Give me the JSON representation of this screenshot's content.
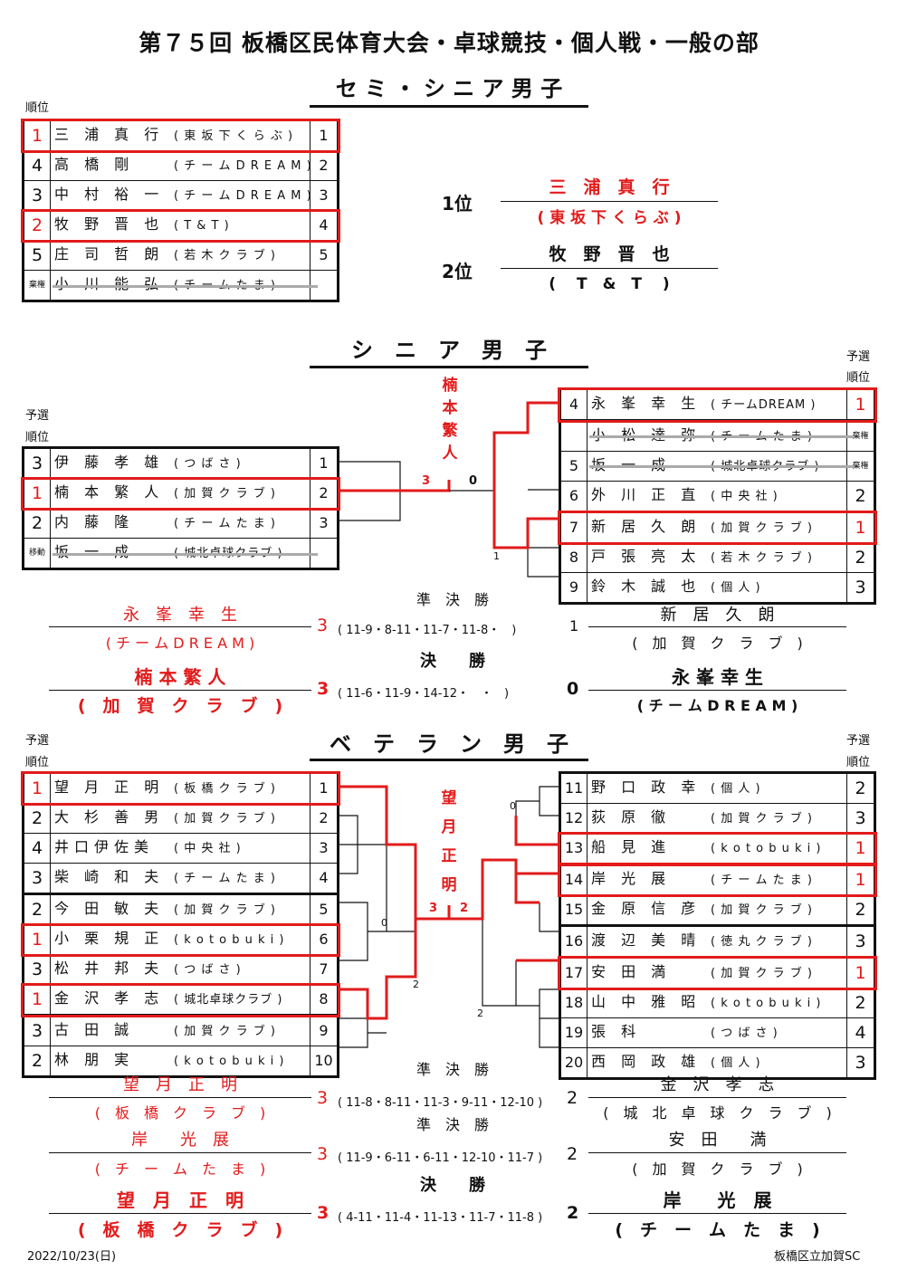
{
  "title": "第７５回 板橋区民体育大会・卓球競技・個人戦・一般の部",
  "footer": {
    "date": "2022/10/23(日)",
    "org": "板橋区立加賀SC"
  },
  "semi": {
    "title": "セ ミ ・ シ ニ ア 男 子",
    "rank_header": "順位",
    "rows": [
      {
        "rank": "1",
        "name": "三 浦 真 行",
        "club": "( 東 坂 下 く ら ぶ )",
        "seed": "1"
      },
      {
        "rank": "4",
        "name": "高 橋 剛",
        "club": "( チ ー ム D R E A M )",
        "seed": "2"
      },
      {
        "rank": "3",
        "name": "中 村 裕 一",
        "club": "( チ ー ム D R E A M )",
        "seed": "3"
      },
      {
        "rank": "2",
        "name": "牧 野 晋 也",
        "club": "( T & T )",
        "seed": "4"
      },
      {
        "rank": "5",
        "name": "庄 司 哲 朗",
        "club": "( 若 木 ク ラ ブ )",
        "seed": "5"
      },
      {
        "rank": "棄権",
        "name": "小 川 能 弘",
        "club": "( チ ー ム た ま )",
        "seed": ""
      }
    ],
    "first_label": "1位",
    "first_name": "三　浦　真　行",
    "first_club": "( 東 坂 下 く ら ぶ )",
    "second_label": "2位",
    "second_name": "牧　野　晋　也",
    "second_club": "(　 T　&　T　 )"
  },
  "senior": {
    "title": "シ　ニ　ア　男　子",
    "left_header1": "予選",
    "left_header2": "順位",
    "right_header1": "予選",
    "right_header2": "順位",
    "champion_vertical": "楠本繁人",
    "score_left": "3",
    "score_right": "0",
    "small_1": "1",
    "left_rows": [
      {
        "rank": "3",
        "name": "伊 藤 孝 雄",
        "club": "( つ ば さ )",
        "seed": "1"
      },
      {
        "rank": "1",
        "name": "楠 本 繁 人",
        "club": "( 加 賀 ク ラ ブ )",
        "seed": "2"
      },
      {
        "rank": "2",
        "name": "内 藤 隆",
        "club": "( チ ー ム た ま )",
        "seed": "3"
      },
      {
        "rank": "移動",
        "name": "坂 一 成",
        "club": "( 城北卓球クラブ )",
        "seed": ""
      }
    ],
    "right_rows": [
      {
        "seed": "4",
        "name": "永 峯 幸 生",
        "club": "( チームDREAM )",
        "rank": "1"
      },
      {
        "seed": "",
        "name": "小 松 達 弥",
        "club": "( チ ー ム た ま )",
        "rank": "棄権"
      },
      {
        "seed": "5",
        "name": "坂 一 成",
        "club": "( 城北卓球クラブ )",
        "rank": "棄権"
      },
      {
        "seed": "6",
        "name": "外 川 正 直",
        "club": "( 中 央 社 )",
        "rank": "2"
      },
      {
        "seed": "7",
        "name": "新 居 久 朗",
        "club": "( 加 賀 ク ラ ブ )",
        "rank": "1"
      },
      {
        "seed": "8",
        "name": "戸 張 亮 太",
        "club": "( 若 木 ク ラ ブ )",
        "rank": "2"
      },
      {
        "seed": "9",
        "name": "鈴 木 誠 也",
        "club": "( 個 人 )",
        "rank": "3"
      }
    ],
    "semi_label": "準　決　勝",
    "semi_left_name": "永　峯　幸　生",
    "semi_left_club": "( チ ー ム D R E A M )",
    "semi_left_score": "3",
    "semi_scores": "( 11-9・8-11・11-7・11-8・　)",
    "semi_right_score": "1",
    "semi_right_name": "新　居　久　朗",
    "semi_right_club": "(　加　賀　ク　ラ　ブ　)",
    "final_label": "決　　勝",
    "final_left_name": "楠 本 繁 人",
    "final_left_club": "(　加　賀　ク　ラ　ブ　)",
    "final_left_score": "3",
    "final_scores": "( 11-6・11-9・14-12・　・　)",
    "final_right_score": "0",
    "final_right_name": "永 峯 幸 生",
    "final_right_club": "( チ ー ム D R E A M )"
  },
  "veteran": {
    "title": "ベ　テ　ラ　ン　男　子",
    "left_header1": "予選",
    "left_header2": "順位",
    "right_header1": "予選",
    "right_header2": "順位",
    "champion_vertical": "望月正明",
    "score_left": "3",
    "score_right": "2",
    "small_0a": "0",
    "small_0b": "0",
    "small_2a": "2",
    "small_2b": "2",
    "left_rows": [
      {
        "rank": "1",
        "name": "望 月 正 明",
        "club": "( 板 橋 ク ラ ブ )",
        "seed": "1"
      },
      {
        "rank": "2",
        "name": "大 杉 善 男",
        "club": "( 加 賀 ク ラ ブ )",
        "seed": "2"
      },
      {
        "rank": "4",
        "name": "井口伊佐美",
        "club": "( 中 央 社 )",
        "seed": "3"
      },
      {
        "rank": "3",
        "name": "柴 崎 和 夫",
        "club": "( チ ー ム た ま )",
        "seed": "4"
      },
      {
        "rank": "2",
        "name": "今 田 敏 夫",
        "club": "( 加 賀 ク ラ ブ )",
        "seed": "5"
      },
      {
        "rank": "1",
        "name": "小 栗 規 正",
        "club": "( k o t o b u k i )",
        "seed": "6"
      },
      {
        "rank": "3",
        "name": "松 井 邦 夫",
        "club": "( つ ば さ )",
        "seed": "7"
      },
      {
        "rank": "1",
        "name": "金 沢 孝 志",
        "club": "( 城北卓球クラブ )",
        "seed": "8"
      },
      {
        "rank": "3",
        "name": "古 田 誠",
        "club": "( 加 賀 ク ラ ブ )",
        "seed": "9"
      },
      {
        "rank": "2",
        "name": "林 朋 実",
        "club": "( k o t o b u k i )",
        "seed": "10"
      }
    ],
    "right_rows": [
      {
        "seed": "11",
        "name": "野 口 政 幸",
        "club": "( 個 人 )",
        "rank": "2"
      },
      {
        "seed": "12",
        "name": "荻 原 徹",
        "club": "( 加 賀 ク ラ ブ )",
        "rank": "3"
      },
      {
        "seed": "13",
        "name": "船 見 進",
        "club": "( k o t o b u k i )",
        "rank": "1"
      },
      {
        "seed": "14",
        "name": "岸 光 展",
        "club": "( チ ー ム た ま )",
        "rank": "1"
      },
      {
        "seed": "15",
        "name": "金 原 信 彦",
        "club": "( 加 賀 ク ラ ブ )",
        "rank": "2"
      },
      {
        "seed": "16",
        "name": "渡 辺 美 晴",
        "club": "( 徳 丸 ク ラ ブ )",
        "rank": "3"
      },
      {
        "seed": "17",
        "name": "安 田 満",
        "club": "( 加 賀 ク ラ ブ )",
        "rank": "1"
      },
      {
        "seed": "18",
        "name": "山 中 雅 昭",
        "club": "( k o t o b u k i )",
        "rank": "2"
      },
      {
        "seed": "19",
        "name": "張 科",
        "club": "( つ ば さ )",
        "rank": "4"
      },
      {
        "seed": "20",
        "name": "西 岡 政 雄",
        "club": "( 個 人 )",
        "rank": "3"
      }
    ],
    "semi1_label": "準　決　勝",
    "semi1_left_name": "望　月　正　明",
    "semi1_left_club": "(　板　橋　ク　ラ　ブ　)",
    "semi1_left_score": "3",
    "semi1_scores": "( 11-8・8-11・11-3・9-11・12-10 )",
    "semi1_right_score": "2",
    "semi1_right_name": "金　沢　孝　志",
    "semi1_right_club": "(　城　北　卓　球　ク　ラ　ブ　)",
    "semi2_label": "準　決　勝",
    "semi2_left_name": "岸　　光　展",
    "semi2_left_club": "(　チ　ー　ム　た　ま　)",
    "semi2_left_score": "3",
    "semi2_scores": "( 11-9・6-11・6-11・12-10・11-7 )",
    "semi2_right_score": "2",
    "semi2_right_name": "安　田　　満",
    "semi2_right_club": "(　加　賀　ク　ラ　ブ　)",
    "final_label": "決　　勝",
    "final_left_name": "望　月　正　明",
    "final_left_club": "(　板　橋　ク　ラ　ブ　)",
    "final_left_score": "3",
    "final_scores": "( 4-11・11-4・11-13・11-7・11-8 )",
    "final_right_score": "2",
    "final_right_name": "岸　　光　展",
    "final_right_club": "(　チ　ー　ム　た　ま　)"
  },
  "colors": {
    "accent": "#e21b1b",
    "line": "#111111",
    "strike": "#aaaaaa"
  }
}
